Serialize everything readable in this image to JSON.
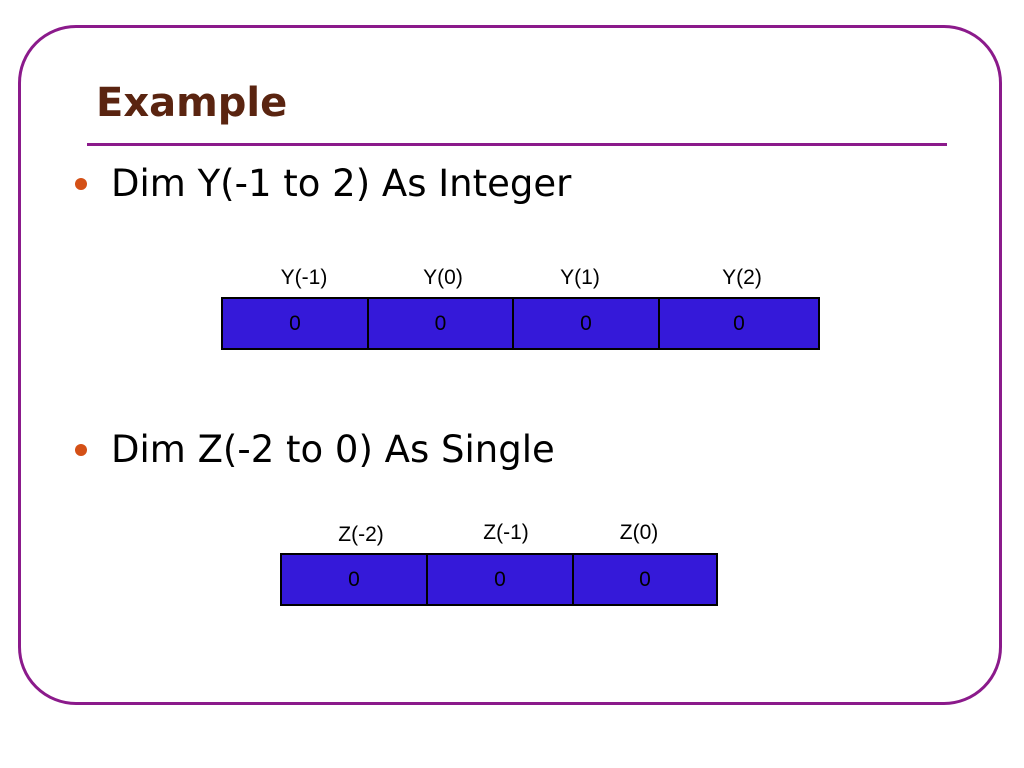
{
  "slide": {
    "title": "Example",
    "colors": {
      "frame": "#8b1a8b",
      "title": "#5a2410",
      "bullet": "#d45016",
      "cell_fill": "#3519d9"
    }
  },
  "bullets": [
    {
      "text": "Dim Y(-1 to 2) As Integer",
      "labels": [
        "Y(-1)",
        "Y(0)",
        "Y(1)",
        "Y(2)"
      ],
      "values": [
        "0",
        "0",
        "0",
        "0"
      ]
    },
    {
      "text": "Dim Z(-2 to 0) As Single",
      "labels": [
        "Z(-2)",
        "Z(-1)",
        "Z(0)"
      ],
      "values": [
        "0",
        "0",
        "0"
      ]
    }
  ]
}
